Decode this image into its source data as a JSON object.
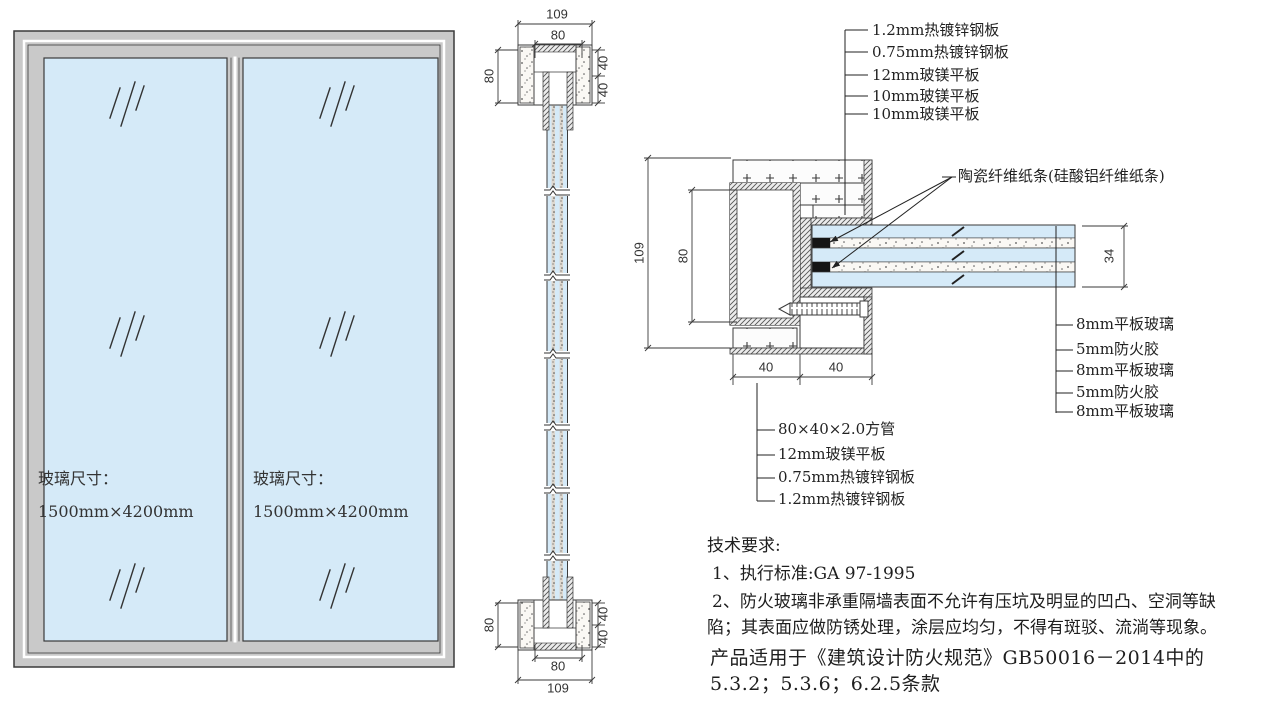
{
  "colors": {
    "glass_blue": "#d5eaf8",
    "frame_gray": "#c9c9c9",
    "line_dark": "#3a3a3a",
    "ceramic_strip_black": "#151515"
  },
  "elevation": {
    "panel1": {
      "label_title": "玻璃尺寸：",
      "label_value": "1500mm×4200mm"
    },
    "panel2": {
      "label_title": "玻璃尺寸：",
      "label_value": "1500mm×4200mm"
    }
  },
  "mid_section": {
    "dim_top_overall": "109",
    "dim_top_inner": "80",
    "dim_top_left": "80",
    "dim_top_right_a": "40",
    "dim_top_right_b": "40",
    "dim_bottom_left": "80",
    "dim_bottom_right_a": "40",
    "dim_bottom_right_b": "40",
    "dim_bottom_inner": "80",
    "dim_bottom_overall": "109"
  },
  "detail": {
    "dim_height": "109",
    "dim_tube_height": "80",
    "dim_w1": "40",
    "dim_w2": "40",
    "dim_glass_thickness": "34",
    "callouts_top": [
      "1.2mm热镀锌钢板",
      "0.75mm热镀锌钢板",
      "12mm玻镁平板",
      "10mm玻镁平板",
      "10mm玻镁平板"
    ],
    "callout_ceramic": "陶瓷纤维纸条(硅酸铝纤维纸条)",
    "callouts_right": [
      "8mm平板玻璃",
      "5mm防火胶",
      "8mm平板玻璃",
      "5mm防火胶",
      "8mm平板玻璃"
    ],
    "callouts_bottom": [
      "80×40×2.0方管",
      "12mm玻镁平板",
      "0.75mm热镀锌钢板",
      "1.2mm热镀锌钢板"
    ]
  },
  "notes": {
    "title": "技术要求:",
    "line1": "1、执行标准:GA 97-1995",
    "line2": "2、防火玻璃非承重隔墙表面不允许有压坑及明显的凹凸、空洞等缺",
    "line3": "陷；其表面应做防锈处理，涂层应均匀，不得有斑驳、流淌等现象。",
    "line4": "产品适用于《建筑设计防火规范》GB50016－2014中的",
    "line5": "5.3.2；5.3.6；6.2.5条款"
  }
}
